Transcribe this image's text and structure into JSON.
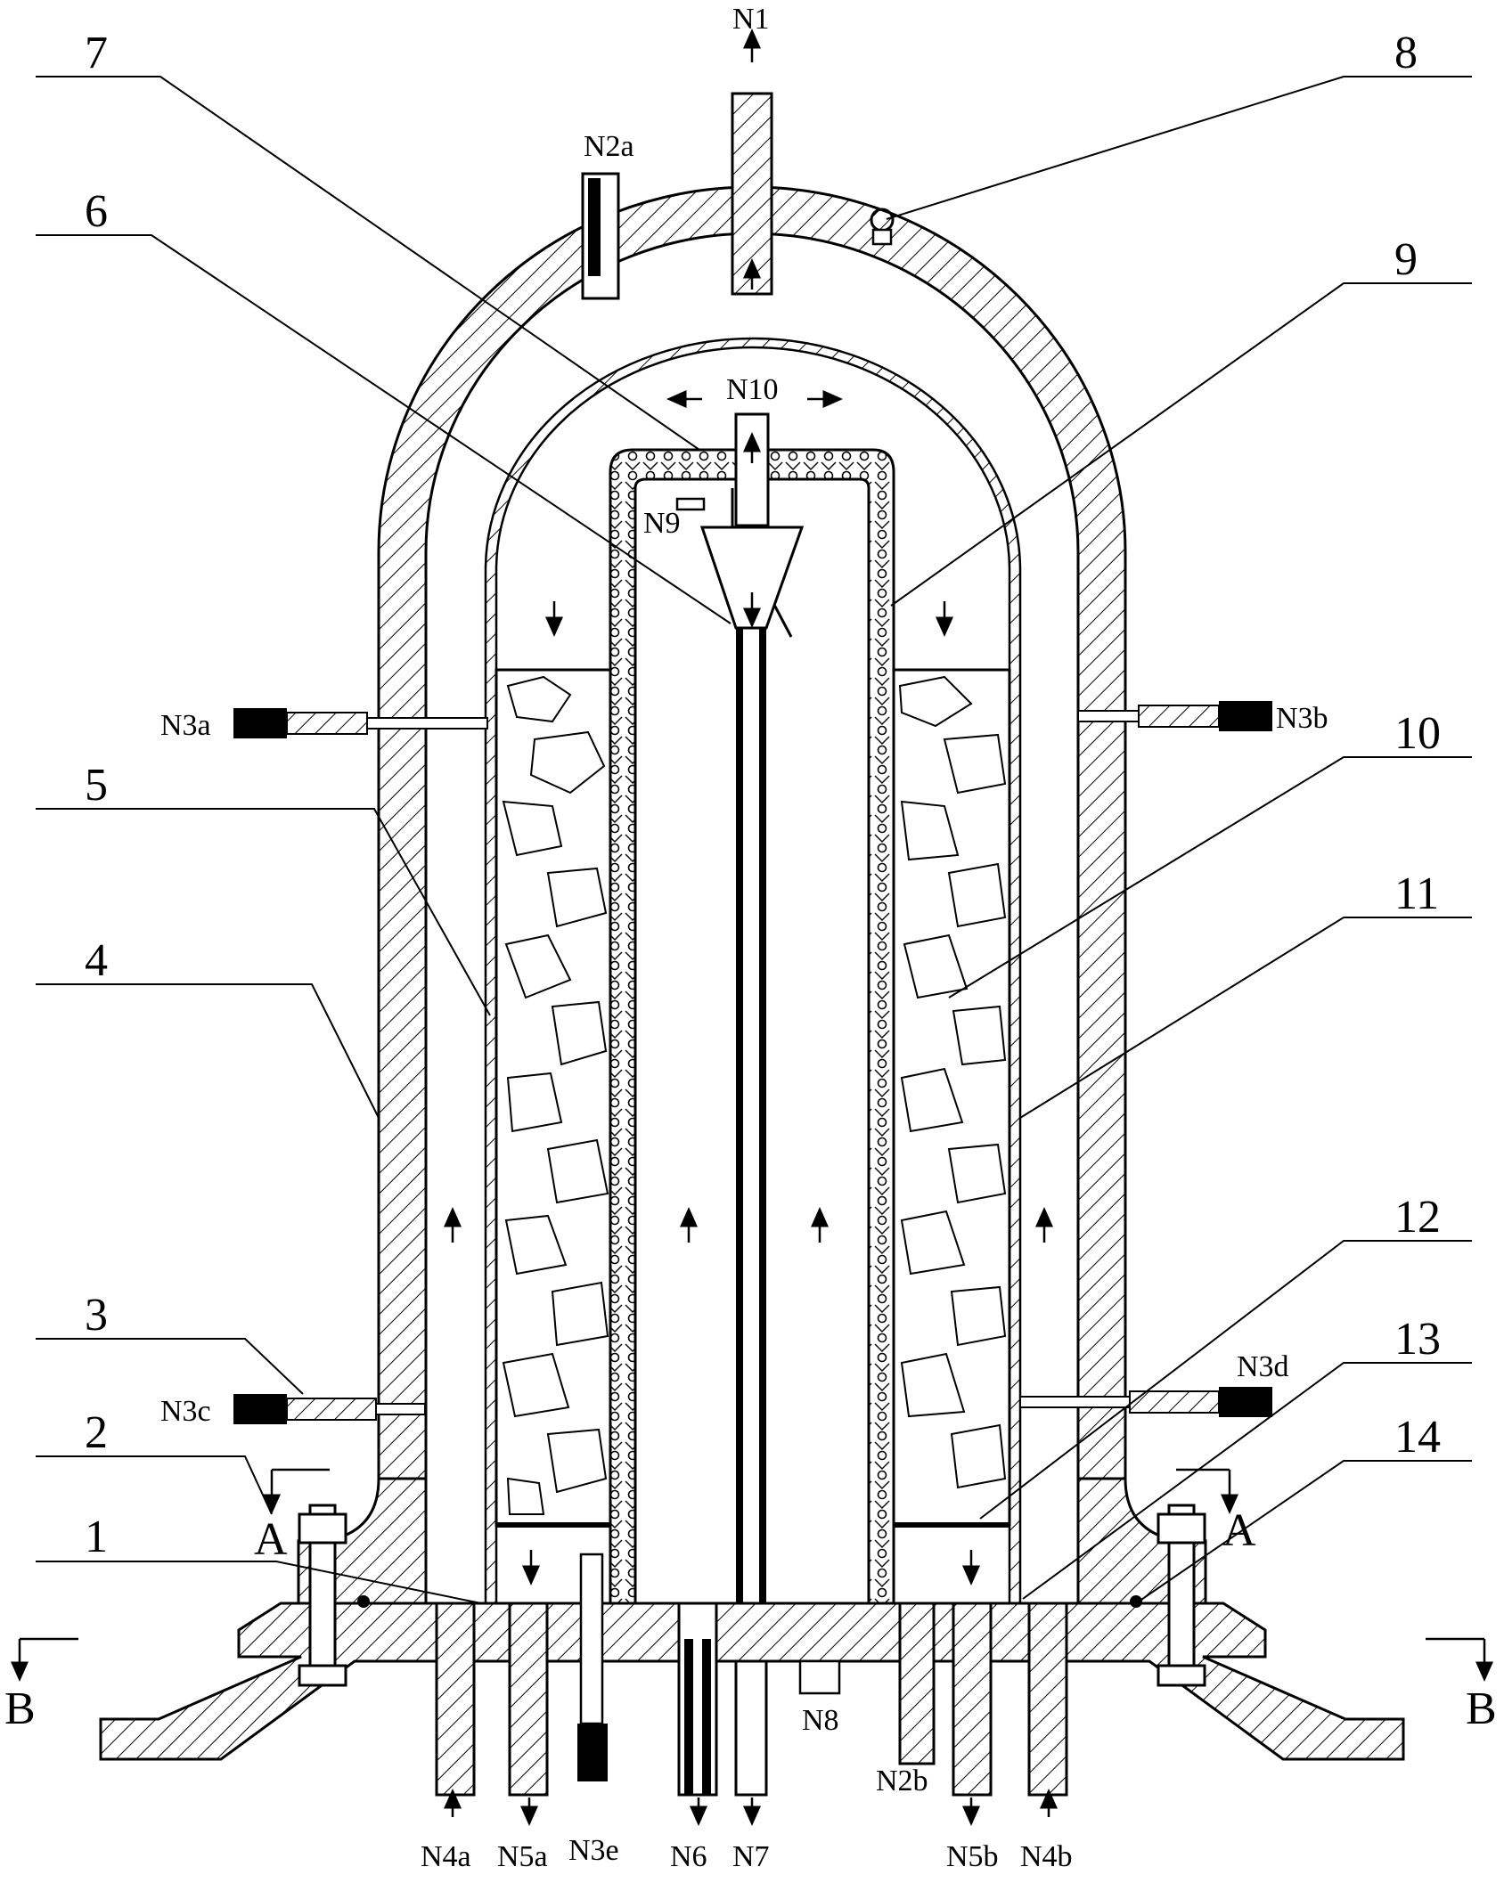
{
  "part_numbers": [
    "1",
    "2",
    "3",
    "4",
    "5",
    "6",
    "7",
    "8",
    "9",
    "10",
    "11",
    "12",
    "13",
    "14"
  ],
  "nozzles": {
    "N1": "N1",
    "N2a": "N2a",
    "N2b": "N2b",
    "N3a": "N3a",
    "N3b": "N3b",
    "N3c": "N3c",
    "N3d": "N3d",
    "N3e": "N3e",
    "N4a": "N4a",
    "N4b": "N4b",
    "N5a": "N5a",
    "N5b": "N5b",
    "N6": "N6",
    "N7": "N7",
    "N8": "N8",
    "N9": "N9",
    "N10": "N10"
  },
  "section_marks": {
    "A": "A",
    "B": "B"
  }
}
